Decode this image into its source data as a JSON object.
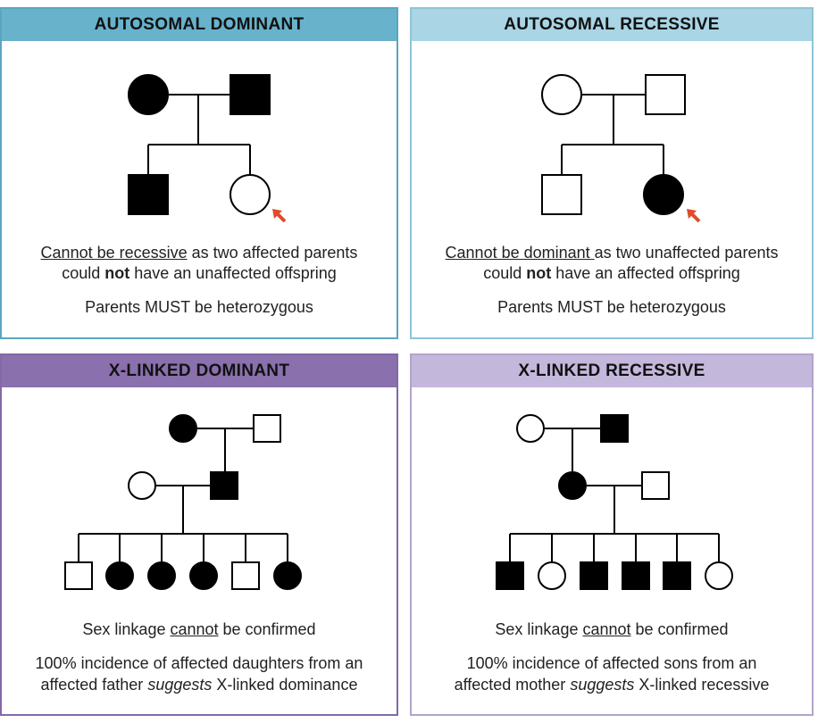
{
  "panels": {
    "ad": {
      "title": "AUTOSOMAL DOMINANT",
      "line1_u": "Cannot be recessive",
      "line1_rest": " as two affected parents",
      "line2_a": "could ",
      "line2_b": "not",
      "line2_c": " have an unaffected offspring",
      "line3": "Parents MUST be heterozygous",
      "colors": {
        "border": "#5aa6c2",
        "header": "#68b2cc"
      }
    },
    "ar": {
      "title": "AUTOSOMAL RECESSIVE",
      "line1_u": "Cannot be dominant ",
      "line1_rest": "as two unaffected parents",
      "line2_a": "could ",
      "line2_b": "not",
      "line2_c": " have an affected offspring",
      "line3": "Parents MUST be heterozygous",
      "colors": {
        "border": "#8fc4d8",
        "header": "#a9d5e5"
      }
    },
    "xd": {
      "title": "X-LINKED DOMINANT",
      "line1_a": "Sex linkage ",
      "line1_u": "cannot",
      "line1_c": " be confirmed",
      "line2": "100% incidence of affected daughters from an",
      "line3_a": "affected father ",
      "line3_i": "suggests",
      "line3_c": " X-linked dominance",
      "colors": {
        "border": "#8468a8",
        "header": "#8a70ad"
      }
    },
    "xr": {
      "title": "X-LINKED RECESSIVE",
      "line1_a": "Sex linkage ",
      "line1_u": "cannot",
      "line1_c": " be confirmed",
      "line2": "100% incidence of affected sons from an",
      "line3_a": "affected mother ",
      "line3_i": "suggests",
      "line3_c": " X-linked recessive",
      "colors": {
        "border": "#b2a3cc",
        "header": "#c4b7dc"
      }
    }
  },
  "symbols": {
    "affected": "#000000",
    "unaffected": "#ffffff",
    "arrow": "#e04b2b"
  }
}
